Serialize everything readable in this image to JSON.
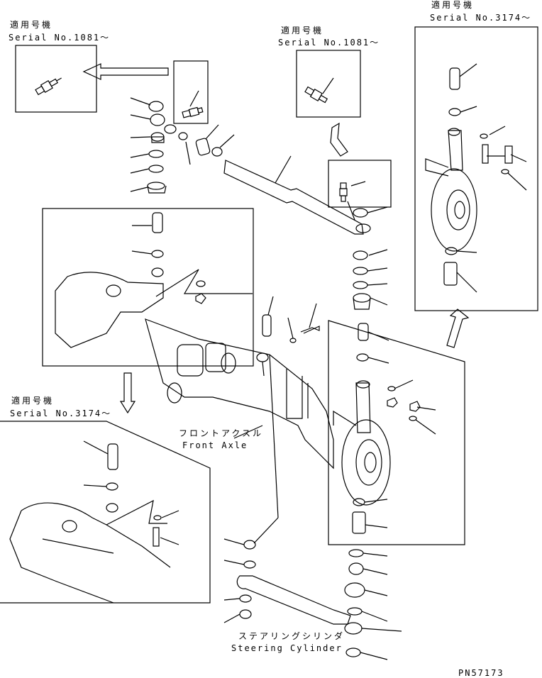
{
  "callouts": {
    "top_left": {
      "jp": "適用号機",
      "serial": "Serial No.1081～"
    },
    "top_center": {
      "jp": "適用号機",
      "serial": "Serial No.1081～"
    },
    "top_right": {
      "jp": "適用号機",
      "serial": "Serial No.3174～"
    },
    "bottom_left": {
      "jp": "適用号機",
      "serial": "Serial No.3174～"
    }
  },
  "labels": {
    "front_axle_jp": "フロントアクスル",
    "front_axle_en": "Front Axle",
    "steering_cylinder_jp": "ステアリングシリンダ",
    "steering_cylinder_en": "Steering Cylinder",
    "page_number": "PN57173"
  }
}
